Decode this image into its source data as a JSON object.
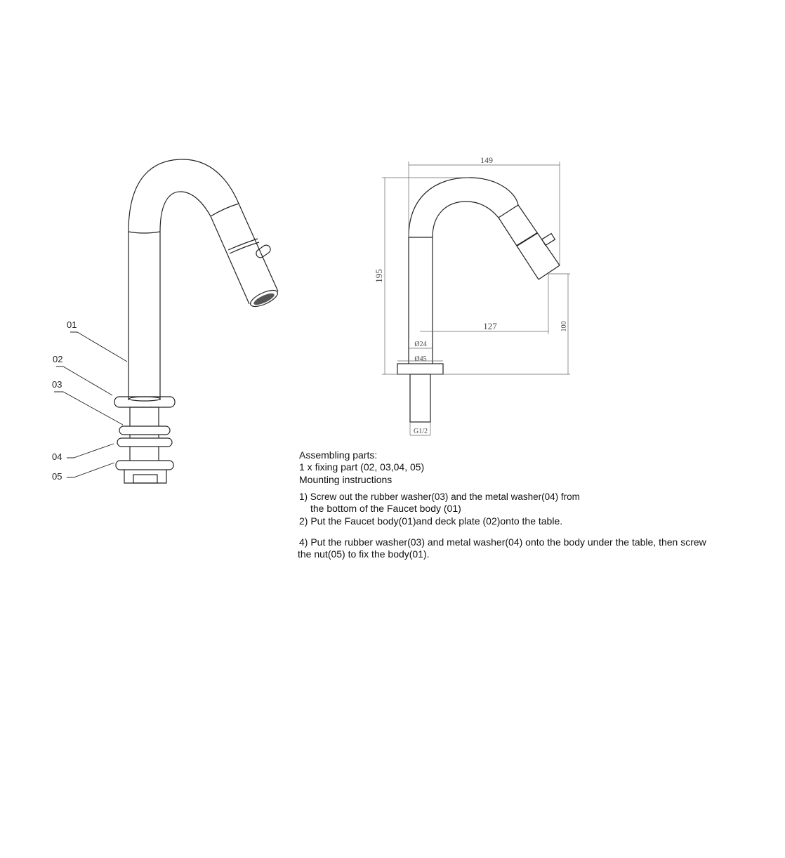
{
  "part_labels": [
    "01",
    "02",
    "03",
    "04",
    "05"
  ],
  "dimensions": {
    "width": "149",
    "height": "195",
    "reach": "127",
    "spout_height": "100",
    "body_diameter": "Ø24",
    "plate_diameter": "Ø45",
    "thread": "G1/2"
  },
  "text": {
    "assembling_title": "Assembling parts:",
    "fixing_part": "1 x fixing part (02, 03,04, 05)",
    "mounting_title": "Mounting instructions",
    "step1_line1": "1) Screw out the rubber washer(03) and the metal washer(04) from",
    "step1_line2": "the bottom of the Faucet body (01)",
    "step2": "2) Put the Faucet body(01)and deck plate (02)onto the table.",
    "step4_line1": "4) Put the rubber washer(03) and metal washer(04) onto the body under the table,  then screw",
    "step4_line2": "the nut(05) to fix the body(01)."
  }
}
